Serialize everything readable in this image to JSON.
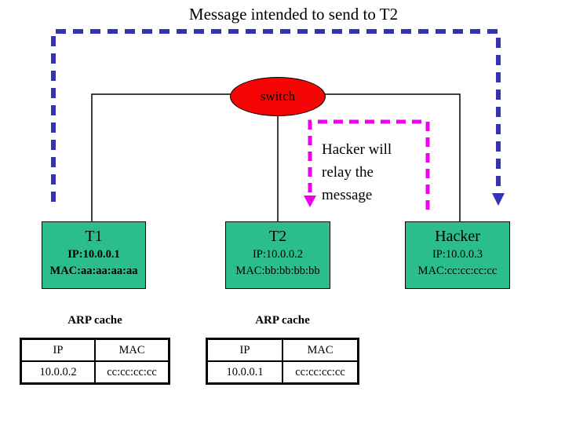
{
  "slide": {
    "title": "Message intended to send to T2",
    "switch_label": "switch",
    "note_text": "Hacker will relay the message"
  },
  "nodes": [
    {
      "name": "T1",
      "ip": "IP:10.0.0.1",
      "mac": "MAC:aa:aa:aa:aa"
    },
    {
      "name": "T2",
      "ip": "IP:10.0.0.2",
      "mac": "MAC:bb:bb:bb:bb"
    },
    {
      "name": "Hacker",
      "ip": "IP:10.0.0.3",
      "mac": "MAC:cc:cc:cc:cc"
    }
  ],
  "arp_caches": [
    {
      "title": "ARP cache",
      "headers": [
        "IP",
        "MAC"
      ],
      "row": [
        "10.0.0.2",
        "cc:cc:cc:cc"
      ]
    },
    {
      "title": "ARP cache",
      "headers": [
        "IP",
        "MAC"
      ],
      "row": [
        "10.0.0.1",
        "cc:cc:cc:cc"
      ]
    }
  ],
  "colors": {
    "frame_dash_blue": "#3333b3",
    "note_dash_magenta": "#ee00ee",
    "switch_fill_red": "#f70404",
    "host_fill_green": "#2cbd8e"
  }
}
